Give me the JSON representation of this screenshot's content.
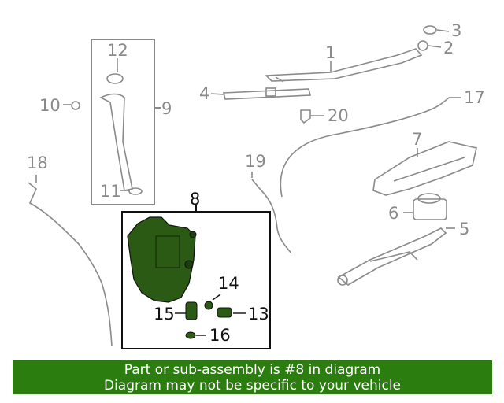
{
  "callouts": {
    "c1": "1",
    "c2": "2",
    "c3": "3",
    "c4": "4",
    "c5": "5",
    "c6": "6",
    "c7": "7",
    "c8": "8",
    "c9": "9",
    "c10": "10",
    "c11": "11",
    "c12": "12",
    "c13": "13",
    "c14": "14",
    "c15": "15",
    "c16": "16",
    "c17": "17",
    "c18": "18",
    "c19": "19",
    "c20": "20"
  },
  "banner": {
    "line1": "Part or sub-assembly is #8 in diagram",
    "line2": "Diagram may not be specific to your vehicle"
  },
  "colors": {
    "highlight_part": "#2a5a14",
    "banner": "#2c7d10",
    "line_art": "#8a8a8a"
  }
}
